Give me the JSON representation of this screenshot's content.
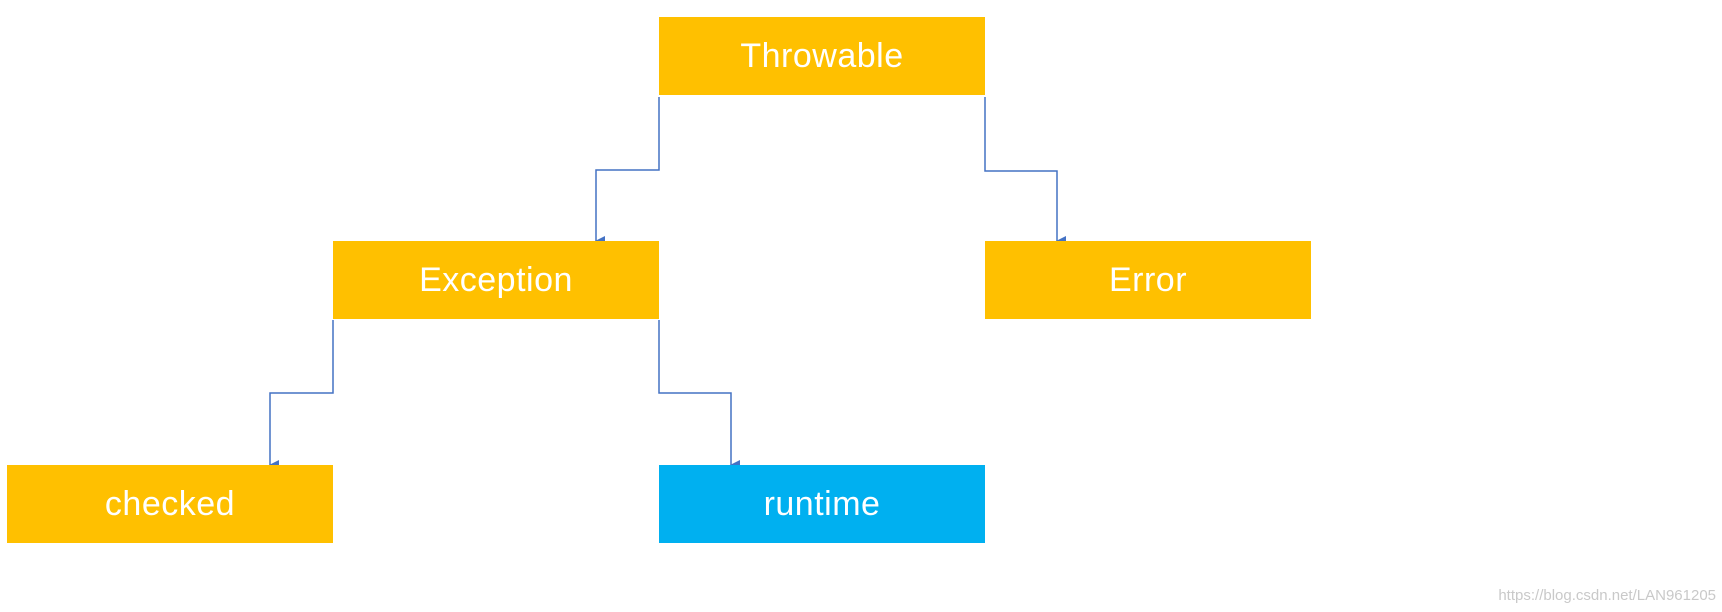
{
  "nodes": {
    "throwable": {
      "label": "Throwable",
      "color": "#FFC000"
    },
    "exception": {
      "label": "Exception",
      "color": "#FFC000"
    },
    "error": {
      "label": "Error",
      "color": "#FFC000"
    },
    "checked": {
      "label": "checked",
      "color": "#FFC000"
    },
    "runtime": {
      "label": "runtime",
      "color": "#00B0F0"
    }
  },
  "edges": [
    {
      "from": "throwable",
      "to": "exception"
    },
    {
      "from": "throwable",
      "to": "error"
    },
    {
      "from": "exception",
      "to": "checked"
    },
    {
      "from": "exception",
      "to": "runtime"
    }
  ],
  "connector_color": "#4472C4",
  "watermark": "https://blog.csdn.net/LAN961205"
}
